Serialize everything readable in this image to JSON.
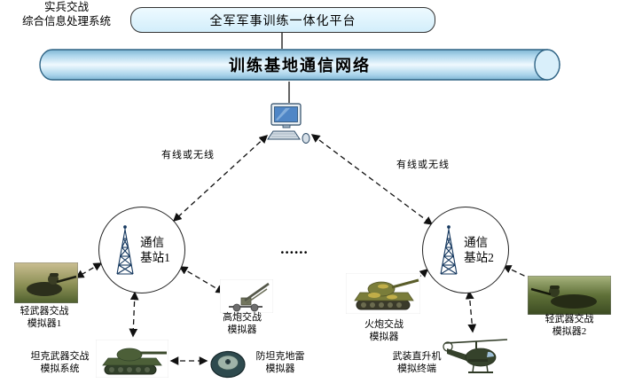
{
  "diagram": {
    "platform_label": "全军军事训练一体化平台",
    "network_label": "训练基地通信网络",
    "processor": {
      "line1": "实兵交战",
      "line2": "综合信息处理系统"
    },
    "link_left_label": "有线或无线",
    "link_right_label": "有线或无线",
    "station1": {
      "line1": "通信",
      "line2": "基站1"
    },
    "station2": {
      "line1": "通信",
      "line2": "基站2"
    },
    "ellipsis": "......",
    "terminals": {
      "light1": {
        "line1": "轻武器交战",
        "line2": "模拟器1"
      },
      "tank": {
        "line1": "坦克武器交战",
        "line2": "模拟系统"
      },
      "aagun": {
        "line1": "高炮交战",
        "line2": "模拟器"
      },
      "mine": {
        "line1": "防坦克地雷",
        "line2": "模拟器"
      },
      "artillery": {
        "line1": "火炮交战",
        "line2": "模拟器"
      },
      "helicopter": {
        "line1": "武装直升机",
        "line2": "模拟终端"
      },
      "light2": {
        "line1": "轻武器交战",
        "line2": "模拟器2"
      }
    },
    "colors": {
      "cylinder_light": "#eaf7fe",
      "cylinder_mid": "#aed6ec",
      "cylinder_dark": "#7fb6d4",
      "box_fill": "#d3eefb",
      "line": "#000000"
    }
  }
}
